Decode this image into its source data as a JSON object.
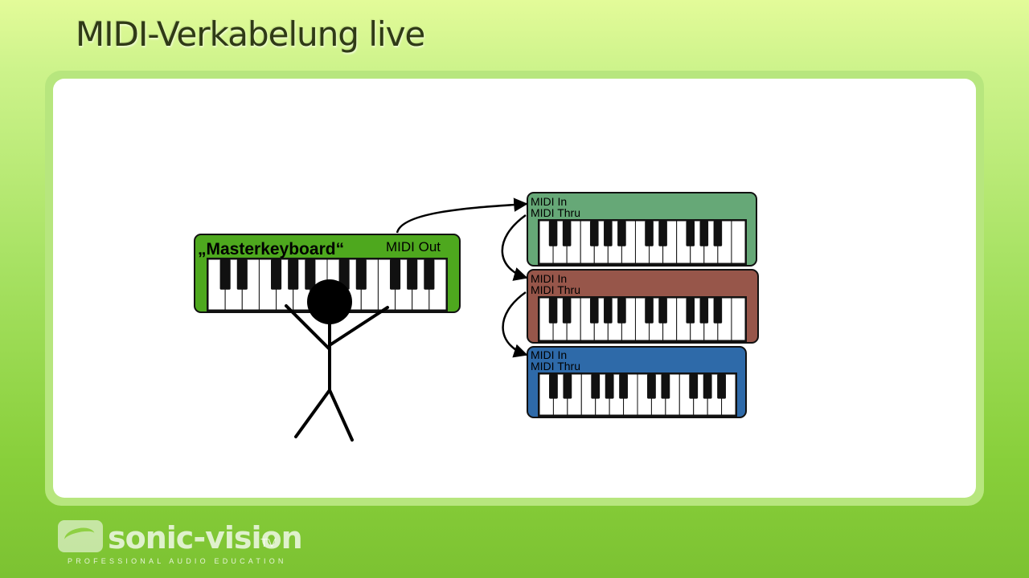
{
  "slide": {
    "title": "MIDI-Verkabelung live"
  },
  "master": {
    "name": "„Masterkeyboard“",
    "port": "MIDI Out",
    "color": "#4ea81e"
  },
  "modules": [
    {
      "in": "MIDI In",
      "thru": "MIDI Thru",
      "color": "#66a877"
    },
    {
      "in": "MIDI In",
      "thru": "MIDI Thru",
      "color": "#97564a"
    },
    {
      "in": "MIDI In",
      "thru": "MIDI Thru",
      "color": "#2e6aa9"
    }
  ],
  "logo": {
    "brand": "sonic-vision",
    "tld": "TV",
    "tagline": "PROFESSIONAL AUDIO EDUCATION"
  }
}
